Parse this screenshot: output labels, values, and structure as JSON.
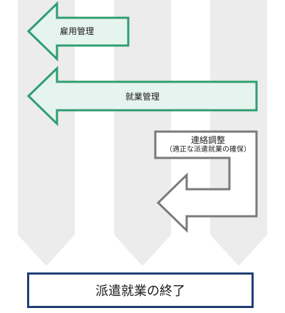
{
  "diagram": {
    "arrows": [
      {
        "id": "koyo",
        "label": "雇用管理",
        "style": "green-fill"
      },
      {
        "id": "shugyo",
        "label": "就業管理",
        "style": "green-fill"
      },
      {
        "id": "renraku",
        "label": "連絡調整",
        "sublabel": "（適正な派遣就業の確保）",
        "style": "gray-outline"
      }
    ],
    "end_box": {
      "label": "派遣就業の終了"
    }
  },
  "colors": {
    "column_fill": "#ececec",
    "arrow_green_fill": "#e6f4ef",
    "arrow_green_stroke": "#2f9e72",
    "arrow_gray_stroke": "#7a7a7a",
    "end_box_border": "#1f3e75"
  }
}
